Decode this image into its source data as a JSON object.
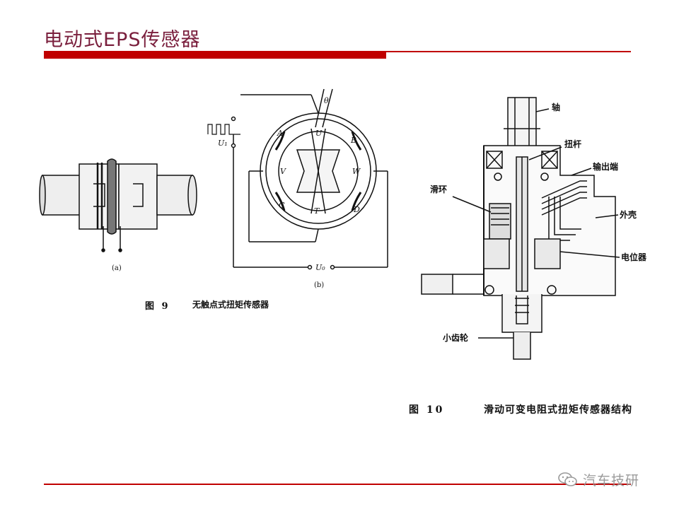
{
  "slide": {
    "title": "电动式EPS传感器"
  },
  "fig9": {
    "caption_num": "图 9",
    "caption_text": "无触点式扭矩传感器",
    "sub_a": "(a)",
    "sub_b": "(b)",
    "labels": {
      "theta": "θ",
      "U": "U",
      "A": "A",
      "B": "B",
      "C": "C",
      "D": "D",
      "V": "V",
      "W": "W",
      "T": "T",
      "U1": "U₁",
      "U0": "U₀"
    }
  },
  "fig10": {
    "caption_num": "图 10",
    "caption_text": "滑动可变电阻式扭矩传感器结构",
    "labels": {
      "shaft": "轴",
      "torsion_bar": "扭杆",
      "output": "输出端",
      "slip_ring": "滑环",
      "housing": "外壳",
      "potentiometer": "电位器",
      "pinion": "小齿轮"
    }
  },
  "watermark": {
    "text": "汽车技研"
  }
}
